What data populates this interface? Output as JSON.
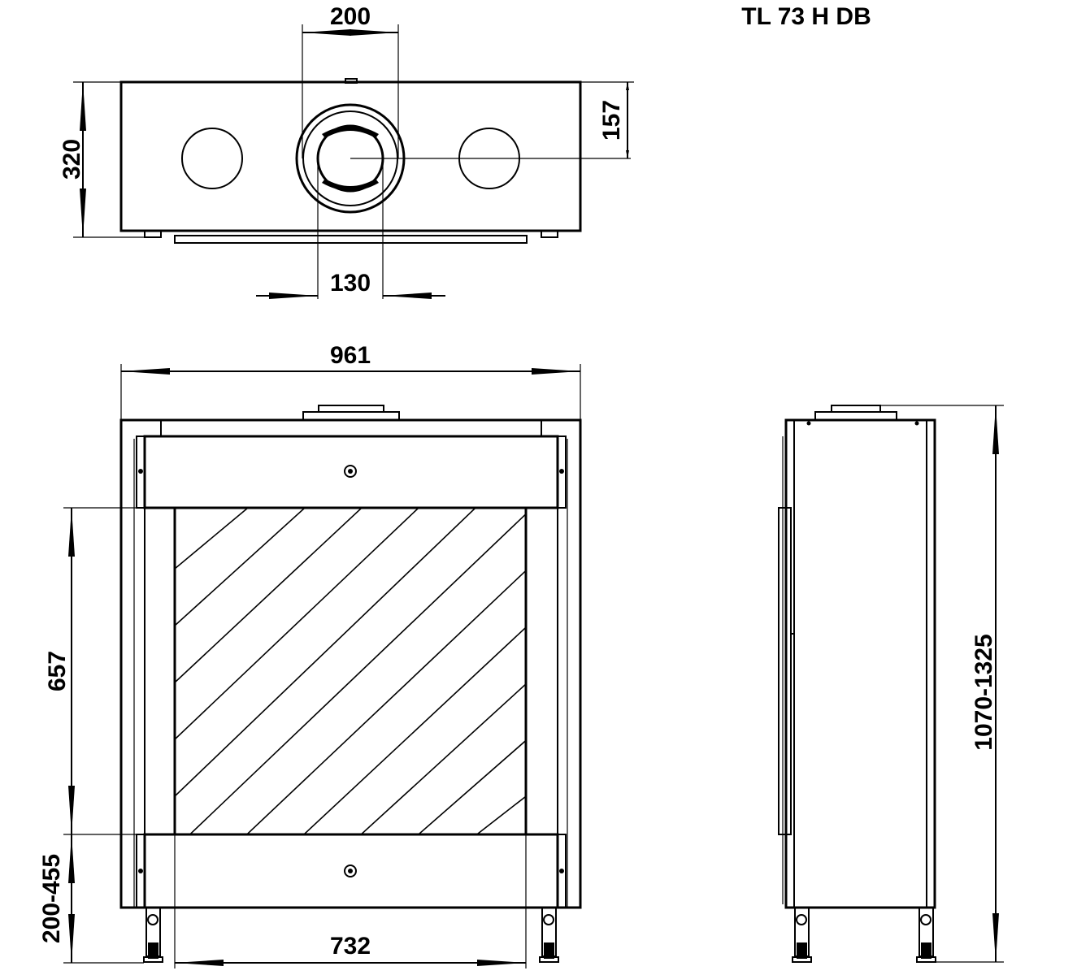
{
  "drawing": {
    "model": "TL 73 H DB"
  },
  "dimensions": {
    "top_flue_outer": "200",
    "top_depth": "320",
    "top_flue_offset": "157",
    "top_flue_inner": "130",
    "front_width": "961",
    "glass_height": "657",
    "leg_height": "200-455",
    "glass_width": "732",
    "total_height": "1070-1325"
  }
}
